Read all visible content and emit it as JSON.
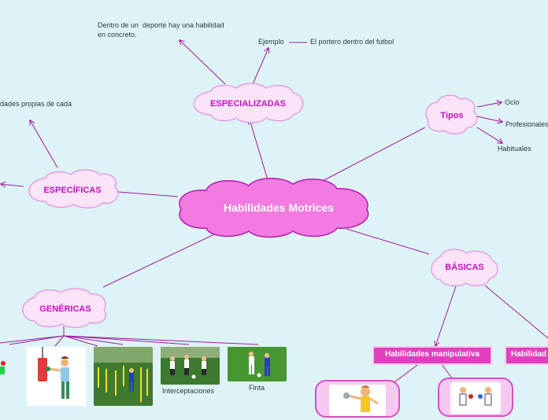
{
  "central": {
    "label": "Habilidades Motrices"
  },
  "especializadas": {
    "label": "ESPECIALIZADAS",
    "note": "Dentro de un  deporte hay una habilidad\nen concreto.",
    "example_label": "Ejemplo",
    "example_value": "El portero dentro del futbol"
  },
  "tipos": {
    "label": "Tipos",
    "items": [
      "Ocio",
      "Profesionales",
      "Habituales"
    ]
  },
  "especificas": {
    "label": "ESPECÍFICAS",
    "note": "dades propias de cada"
  },
  "basicas": {
    "label": "BÁSICAS",
    "children": [
      "Habilidades manipulativa",
      "Habilidad"
    ]
  },
  "genericas": {
    "label": "GENÉRICAS",
    "image_captions": [
      "Interceptaciones",
      "Finta"
    ]
  },
  "colors": {
    "background": "#def3f6",
    "line": "#a11aa1",
    "node_fill": "#fbe3f8",
    "node_stroke": "#e08fe0",
    "central_fill": "#f27ae0",
    "central_stroke": "#b21cb2",
    "node_text": "#c410c4",
    "box_fill": "#e23fbf"
  }
}
